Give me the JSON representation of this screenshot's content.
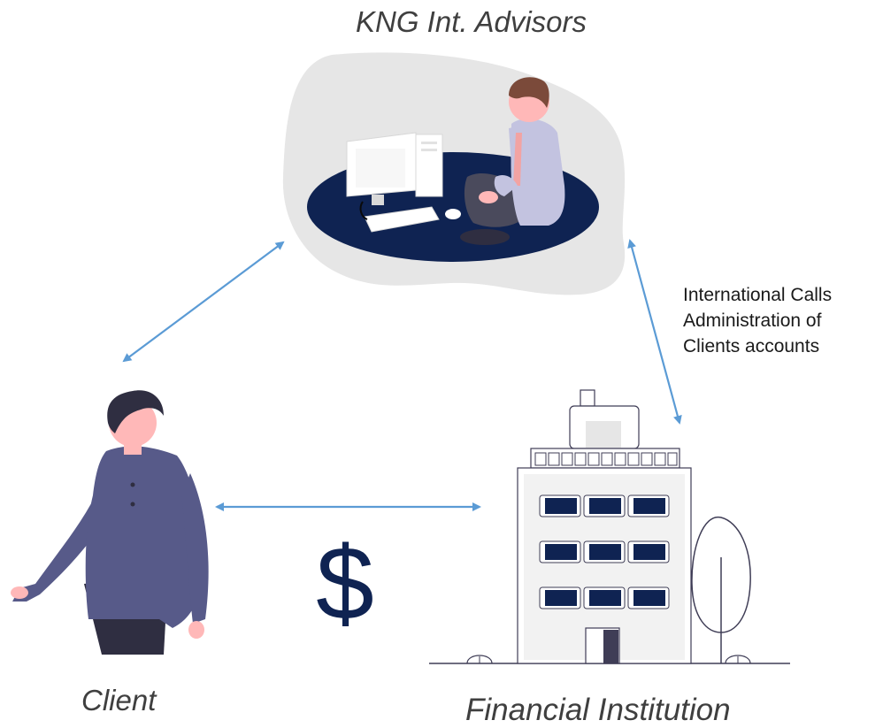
{
  "nodes": {
    "advisors": {
      "label": "KNG Int. Advisors"
    },
    "client": {
      "label": "Client"
    },
    "institution": {
      "label": "Financial Institution"
    }
  },
  "links": {
    "advisors_institution_note": [
      "International Calls",
      "Administration of",
      "Clients accounts"
    ],
    "client_institution_symbol": "$"
  },
  "colors": {
    "arrow": "#5b9bd5",
    "navy": "#0f2352",
    "shirt": "#575a89",
    "blob": "#e6e6e6",
    "skin": "#ffb8b8",
    "text": "#3f3f3f"
  }
}
